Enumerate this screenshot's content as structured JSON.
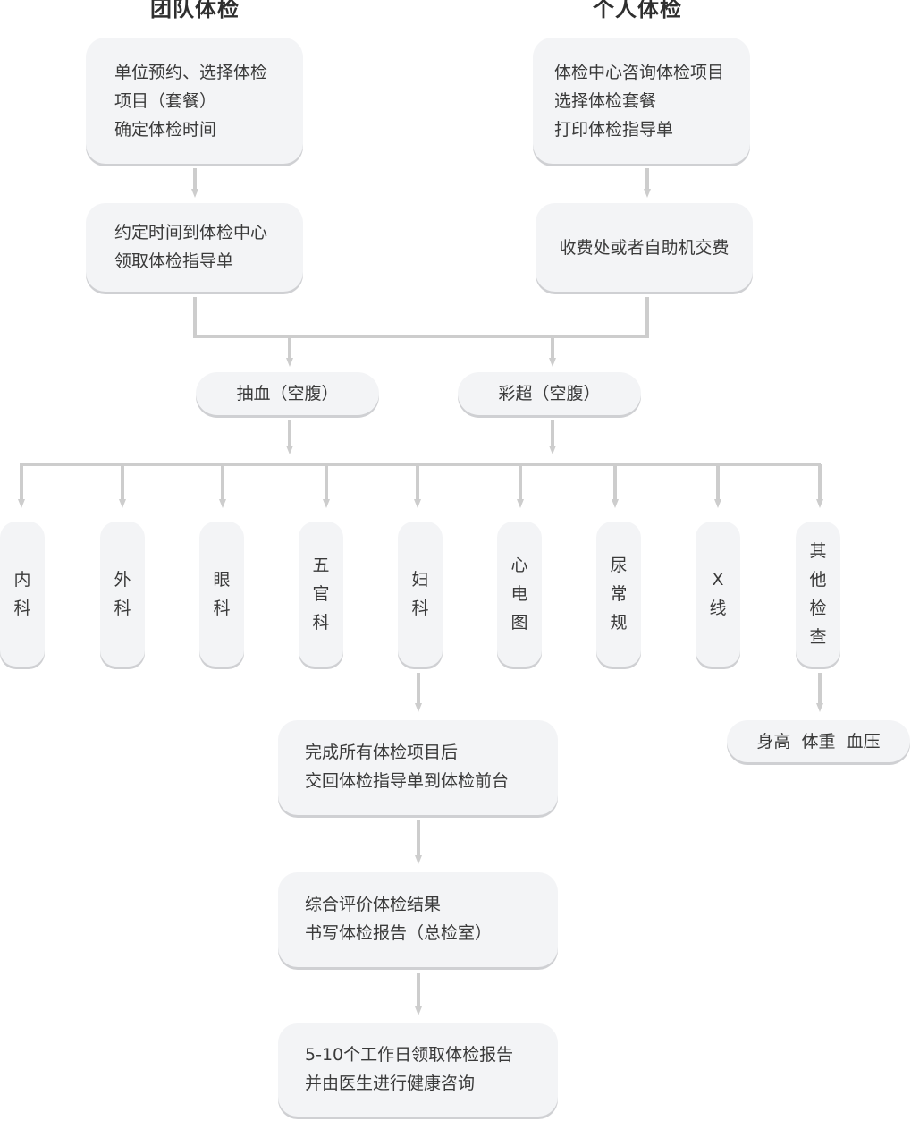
{
  "headings": {
    "team": "团队体检",
    "personal": "个人体检"
  },
  "team_steps": {
    "step1": [
      "单位预约、选择体检",
      "项目（套餐）",
      "确定体检时间"
    ],
    "step2": [
      "约定时间到体检中心",
      "领取体检指导单"
    ]
  },
  "personal_steps": {
    "step1": [
      "体检中心咨询体检项目",
      "选择体检套餐",
      "打印体检指导单"
    ],
    "step2": "收费处或者自助机交费"
  },
  "fasting": {
    "blood": "抽血（空腹）",
    "ultrasound": "彩超（空腹）"
  },
  "departments": [
    "内科",
    "外科",
    "眼科",
    "五官科",
    "妇科",
    "心电图",
    "尿常规",
    "X线",
    "其他检查"
  ],
  "other_exam_detail": "身高  体重  血压",
  "final_steps": {
    "submit": [
      "完成所有体检项目后",
      "交回体检指导单到体检前台"
    ],
    "evaluate": [
      "综合评价体检结果",
      "书写体检报告（总检室）"
    ],
    "collect": [
      "5-10个工作日领取体检报告",
      "并由医生进行健康咨询"
    ]
  },
  "colors": {
    "box_fill": "#f3f4f6",
    "box_shadow": "#cfd0d3",
    "connector": "#cdcdcd"
  }
}
